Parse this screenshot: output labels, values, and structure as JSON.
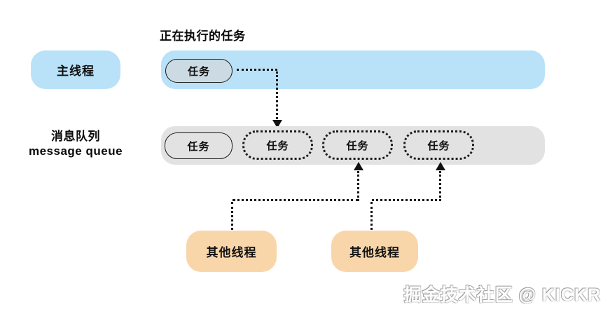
{
  "labels": {
    "executing_task_caption": "正在执行的任务",
    "main_thread": "主线程",
    "queue_label_cn": "消息队列",
    "queue_label_en": "message queue",
    "watermark": "掘金技术社区 @ KICKR"
  },
  "colors": {
    "thread_bar_blue": "#b9e2f9",
    "executing_task_fill": "#ccdbe3",
    "queue_bar_gray": "#e2e2e2",
    "other_thread_orange": "#f9d6aa",
    "connector_black": "#161616"
  },
  "diagram": {
    "main_thread_tasks": [
      {
        "label": "任务",
        "style": "solid-filled",
        "state": "executing"
      }
    ],
    "queue_tasks": [
      {
        "label": "任务",
        "style": "solid"
      },
      {
        "label": "任务",
        "style": "dotted"
      },
      {
        "label": "任务",
        "style": "dotted"
      },
      {
        "label": "任务",
        "style": "dotted"
      }
    ],
    "other_threads": [
      {
        "label": "其他线程"
      },
      {
        "label": "其他线程"
      }
    ],
    "connections": [
      {
        "from": "executing-task",
        "to": "queue-task-2",
        "style": "dotted-arrow"
      },
      {
        "from": "other-thread-1",
        "to": "queue-task-3",
        "style": "dotted-arrow"
      },
      {
        "from": "other-thread-2",
        "to": "queue-task-4",
        "style": "dotted-arrow"
      }
    ]
  }
}
